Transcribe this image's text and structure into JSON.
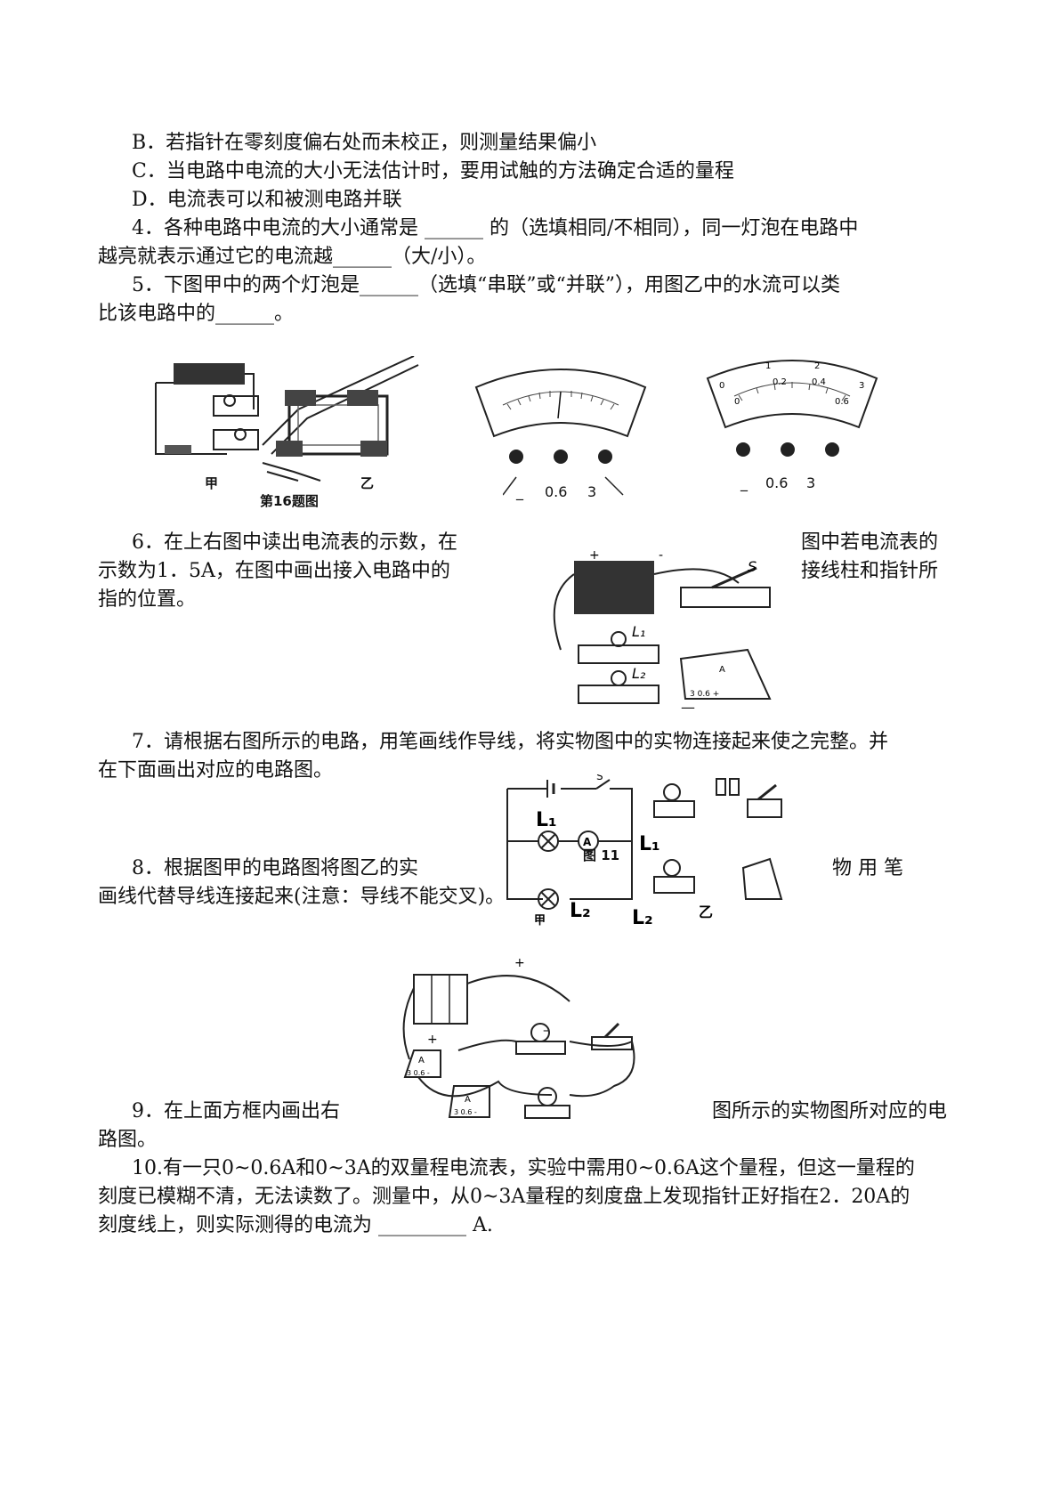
{
  "q3": {
    "optB": "B．若指针在零刻度偏右处而未校正，则测量结果偏小",
    "optC": "C．当电路中电流的大小无法估计时，要用试触的方法确定合适的量程",
    "optD": "D．电流表可以和被测电路并联"
  },
  "q4": {
    "line1": "4．各种电路中电流的大小通常是 ______ 的（选填相同/不相同），同一灯泡在电路中",
    "line2": "越亮就表示通过它的电流越______（大/小）。"
  },
  "q5": {
    "line1": "5．下图甲中的两个灯泡是______（选填“串联”或“并联”），用图乙中的水流可以类",
    "line2": "比该电路中的______。"
  },
  "fig16": {
    "label_jia": "甲",
    "label_yi": "乙",
    "caption": "第16题图",
    "meter1_terminals": [
      "_",
      "0.6",
      "3"
    ],
    "meter2_terminals": [
      "_",
      "0.6",
      "3"
    ],
    "meter2_scale_top": [
      "1",
      "2"
    ],
    "meter2_scale_mid": [
      "0",
      "0.2",
      "0.4",
      "3"
    ],
    "meter2_scale_low": [
      "0",
      "0.6"
    ]
  },
  "q6": {
    "l1_left": "6．在上右图中读出电流表的示数，在",
    "l1_right": "图中若电流表的",
    "l2_left": "示数为1．5A，在图中画出接入电路中的",
    "l2_right": "接线柱和指针所",
    "l3": "指的位置。",
    "fig_S": "S",
    "fig_L1": "L₁",
    "fig_L2": "L₂",
    "fig_A": "A",
    "fig_plus": "+",
    "fig_minus": "-",
    "fig_dash": "—",
    "fig_terms": "3  0.6  +"
  },
  "q7": {
    "line1": "7．请根据右图所示的电路，用笔画线作导线，将实物图中的实物连接起来使之完整。并",
    "line2": "在下面画出对应的电路图。"
  },
  "fig11": {
    "S": "S",
    "L1": "L₁",
    "L2": "L₂",
    "A": "A",
    "L1_b": "L₁",
    "L2_b": "L₂",
    "jia": "甲",
    "yi": "乙",
    "caption": "图 11"
  },
  "q8": {
    "l1_left": "8．根据图甲的电路图将图乙的实",
    "l1_right": "物 用 笔",
    "line2": "画线代替导线连接起来(注意：导线不能交叉)。"
  },
  "fig9": {
    "plus_top": "+",
    "plus_mid": "+",
    "minus": "–",
    "A1": "A",
    "A2": "A",
    "terms1": "3 0.6 -",
    "terms2": "3 0.6 -"
  },
  "q9": {
    "l1_left": "9．在上面方框内画出右",
    "l1_right": "图所示的实物图所对应的电",
    "line2": "路图。"
  },
  "q10": {
    "line1": "10.有一只0~0.6A和0~3A的双量程电流表，实验中需用0~0.6A这个量程，但这一量程的",
    "line2": "刻度已模糊不清，无法读数了。测量中，从0~3A量程的刻度盘上发现指针正好指在2．20A的",
    "line3": "刻度线上，则实际测得的电流为 _________ A."
  }
}
